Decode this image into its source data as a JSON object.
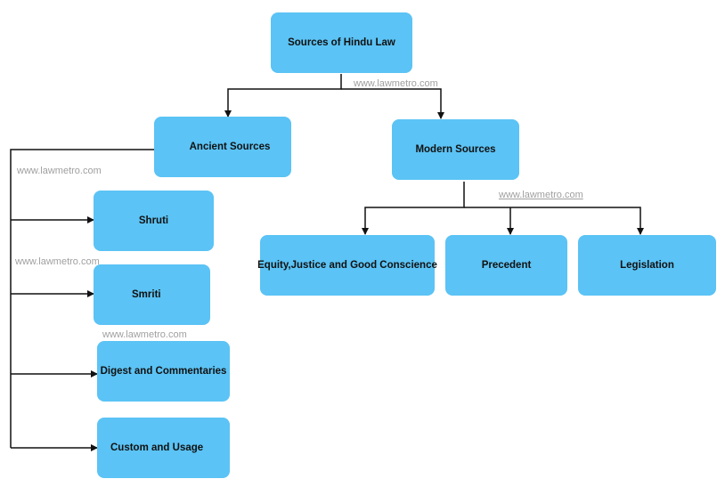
{
  "colors": {
    "node_fill": "#5bc3f5",
    "connector": "#111111",
    "watermark": "#a0a0a0"
  },
  "root": {
    "label": "Sources of Hindu Law"
  },
  "ancient": {
    "label": "Ancient Sources",
    "children": [
      "Shruti",
      "Smriti",
      "Digest and Commentaries",
      "Custom and Usage"
    ]
  },
  "modern": {
    "label": "Modern Sources",
    "children": [
      "Equity,Justice and Good Conscience",
      "Precedent",
      "Legislation"
    ]
  },
  "watermarks": [
    "www.lawmetro.com",
    "www.lawmetro.com",
    "www.lawmetro.com",
    "www.lawmetro.com",
    "www.lawmetro.com"
  ]
}
